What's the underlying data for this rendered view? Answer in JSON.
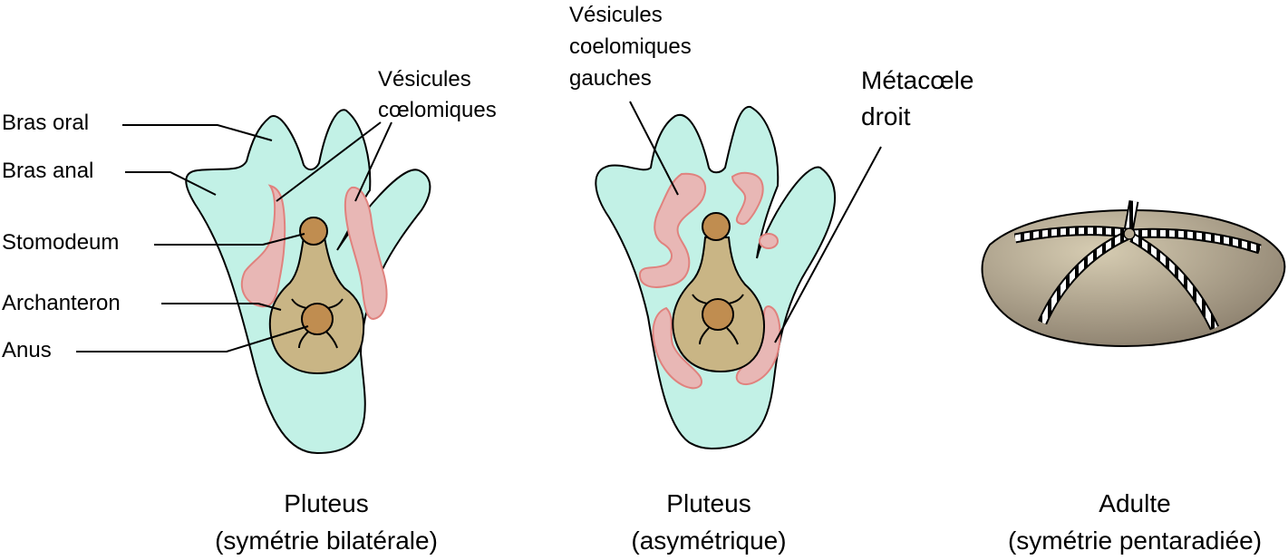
{
  "colors": {
    "body": "#c2f1e6",
    "vesicle_fill": "#e8b7b5",
    "vesicle_stroke": "#e0827e",
    "gut": "#c9b585",
    "gut_center": "#c08d50",
    "adult_light": "#d6ccb2",
    "adult_dark": "#8c806e"
  },
  "panels": {
    "left": {
      "labels": {
        "bras_oral": "Bras oral",
        "bras_anal": "Bras anal",
        "stomodeum": "Stomodeum",
        "archanteron": "Archanteron",
        "anus": "Anus",
        "vesicules_line1": "Vésicules",
        "vesicules_line2": "cœlomiques"
      },
      "caption_line1": "Pluteus",
      "caption_line2": "(symétrie bilatérale)"
    },
    "middle": {
      "labels": {
        "vesicules_line1": "Vésicules",
        "vesicules_line2": "coelomiques",
        "vesicules_line3": "gauches",
        "metacoele_line1": "Métacœle",
        "metacoele_line2": "droit"
      },
      "caption_line1": "Pluteus",
      "caption_line2": "(asymétrique)"
    },
    "right": {
      "caption_line1": "Adulte",
      "caption_line2": "(symétrie pentaradiée)"
    }
  }
}
